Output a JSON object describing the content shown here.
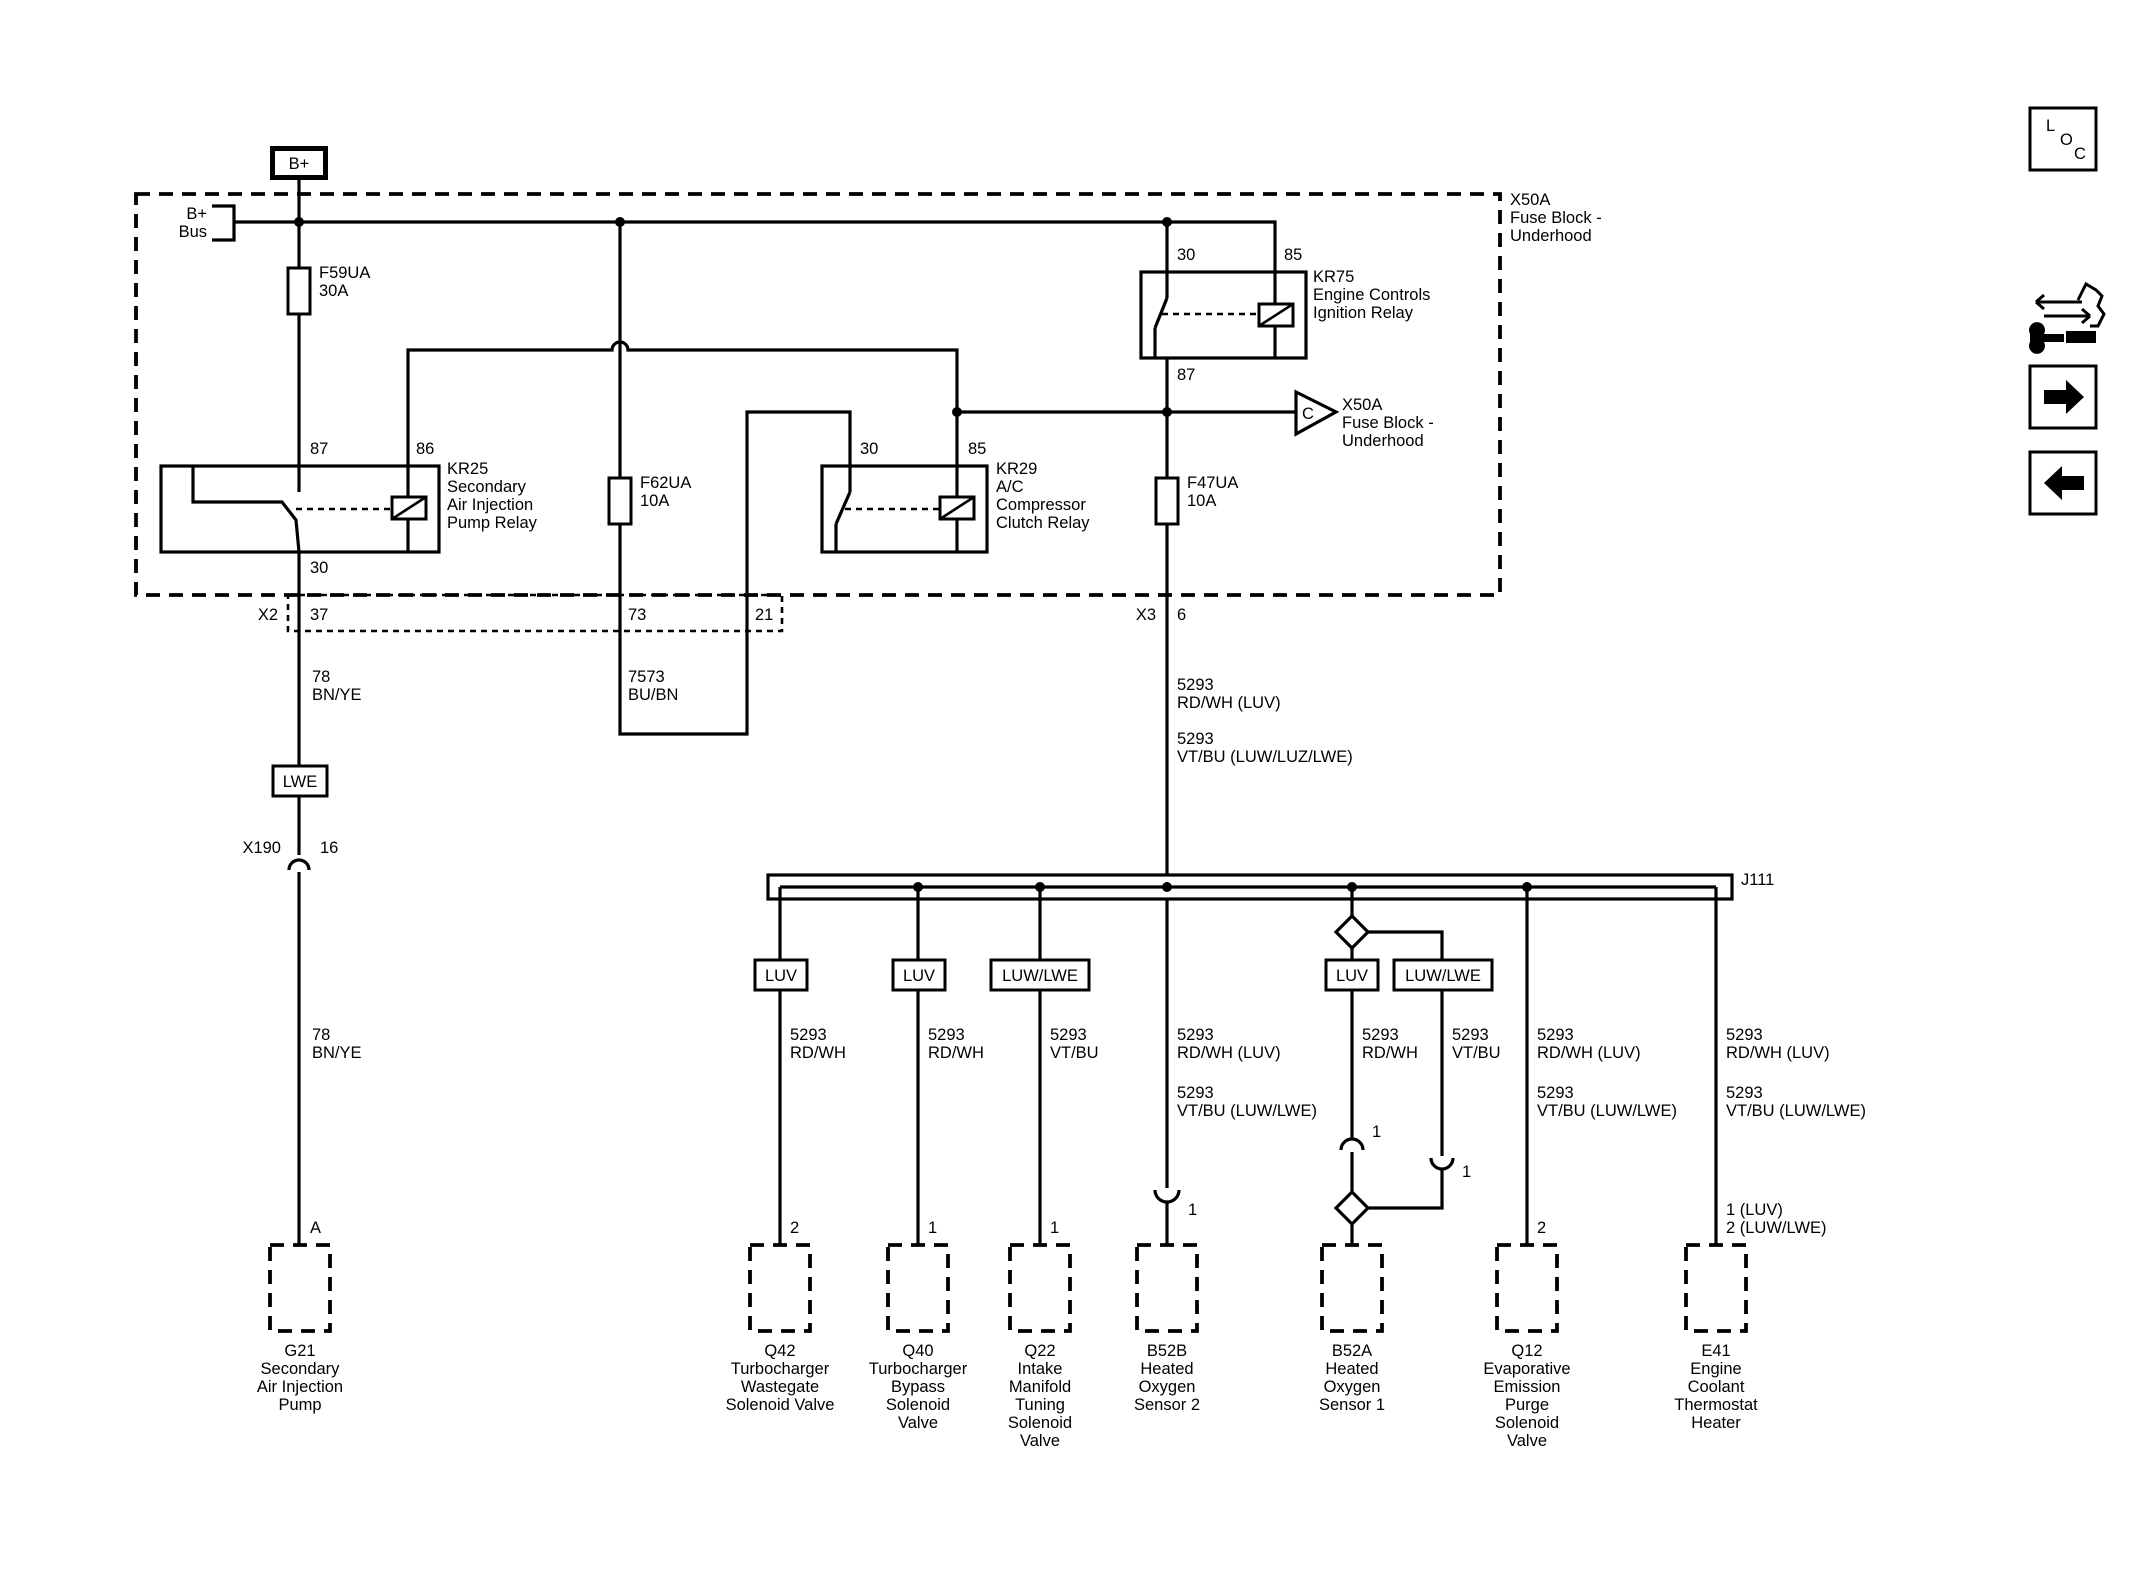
{
  "power": {
    "supply": "B+",
    "bus_line1": "B+",
    "bus_line2": "Bus"
  },
  "fuse_block": {
    "ref": "X50A",
    "line1": "Fuse Block -",
    "line2": "Underhood"
  },
  "fuses": {
    "f59": {
      "ref": "F59UA",
      "rating": "30A"
    },
    "f62": {
      "ref": "F62UA",
      "rating": "10A"
    },
    "f47": {
      "ref": "F47UA",
      "rating": "10A"
    }
  },
  "relays": {
    "kr25": {
      "ref": "KR25",
      "line1": "Secondary",
      "line2": "Air Injection",
      "line3": "Pump Relay",
      "pin87": "87",
      "pin86": "86",
      "pin30": "30"
    },
    "kr29": {
      "ref": "KR29",
      "line1": "A/C",
      "line2": "Compressor",
      "line3": "Clutch Relay",
      "pin30": "30",
      "pin85": "85"
    },
    "kr75": {
      "ref": "KR75",
      "line1": "Engine Controls",
      "line2": "Ignition Relay",
      "pin30": "30",
      "pin85": "85",
      "pin87": "87"
    }
  },
  "offpage": {
    "letter": "C",
    "ref": "X50A",
    "line1": "Fuse Block -",
    "line2": "Underhood"
  },
  "connectors": {
    "x2": "X2",
    "x2_pin37": "37",
    "x2_pin73": "73",
    "x2_pin21": "21",
    "x3": "X3",
    "x3_pin6": "6",
    "x190": "X190",
    "x190_pin": "16"
  },
  "wires": {
    "w78a_num": "78",
    "w78a_col": "BN/YE",
    "w78b_num": "78",
    "w78b_col": "BN/YE",
    "w7573_num": "7573",
    "w7573_col": "BU/BN",
    "main1_num": "5293",
    "main1_col": "RD/WH (LUV)",
    "main2_num": "5293",
    "main2_col": "VT/BU (LUW/LUZ/LWE)",
    "q42_num": "5293",
    "q42_col": "RD/WH",
    "q40_num": "5293",
    "q40_col": "RD/WH",
    "q22_num": "5293",
    "q22_col": "VT/BU",
    "b52b_num1": "5293",
    "b52b_col1": "RD/WH (LUV)",
    "b52b_num2": "5293",
    "b52b_col2": "VT/BU (LUW/LWE)",
    "b52a_l_num": "5293",
    "b52a_l_col": "RD/WH",
    "b52a_r_num": "5293",
    "b52a_r_col": "VT/BU",
    "q12_num1": "5293",
    "q12_col1": "RD/WH (LUV)",
    "q12_num2": "5293",
    "q12_col2": "VT/BU (LUW/LWE)",
    "e41_num1": "5293",
    "e41_col1": "RD/WH (LUV)",
    "e41_num2": "5293",
    "e41_col2": "VT/BU (LUW/LWE)"
  },
  "option_tags": {
    "lwe": "LWE",
    "q42": "LUV",
    "q40": "LUV",
    "q22": "LUW/LWE",
    "b52a_l": "LUV",
    "b52a_r": "LUW/LWE"
  },
  "splice": {
    "ref": "J111"
  },
  "pins": {
    "g21": "A",
    "q42": "2",
    "q40": "1",
    "q22": "1",
    "b52b": "1",
    "b52a_top": "1",
    "b52a_right": "1",
    "q12": "2",
    "e41_1": "1 (LUV)",
    "e41_2": "2 (LUW/LWE)"
  },
  "components": {
    "g21": {
      "ref": "G21",
      "l1": "Secondary",
      "l2": "Air Injection",
      "l3": "Pump"
    },
    "q42": {
      "ref": "Q42",
      "l1": "Turbocharger",
      "l2": "Wastegate",
      "l3": "Solenoid Valve"
    },
    "q40": {
      "ref": "Q40",
      "l1": "Turbocharger",
      "l2": "Bypass",
      "l3": "Solenoid",
      "l4": "Valve"
    },
    "q22": {
      "ref": "Q22",
      "l1": "Intake",
      "l2": "Manifold",
      "l3": "Tuning",
      "l4": "Solenoid",
      "l5": "Valve"
    },
    "b52b": {
      "ref": "B52B",
      "l1": "Heated",
      "l2": "Oxygen",
      "l3": "Sensor 2"
    },
    "b52a": {
      "ref": "B52A",
      "l1": "Heated",
      "l2": "Oxygen",
      "l3": "Sensor 1"
    },
    "q12": {
      "ref": "Q12",
      "l1": "Evaporative",
      "l2": "Emission",
      "l3": "Purge",
      "l4": "Solenoid",
      "l5": "Valve"
    },
    "e41": {
      "ref": "E41",
      "l1": "Engine",
      "l2": "Coolant",
      "l3": "Thermostat",
      "l4": "Heater"
    }
  },
  "nav": {
    "loc_l": "L",
    "loc_o": "O",
    "loc_c": "C"
  }
}
